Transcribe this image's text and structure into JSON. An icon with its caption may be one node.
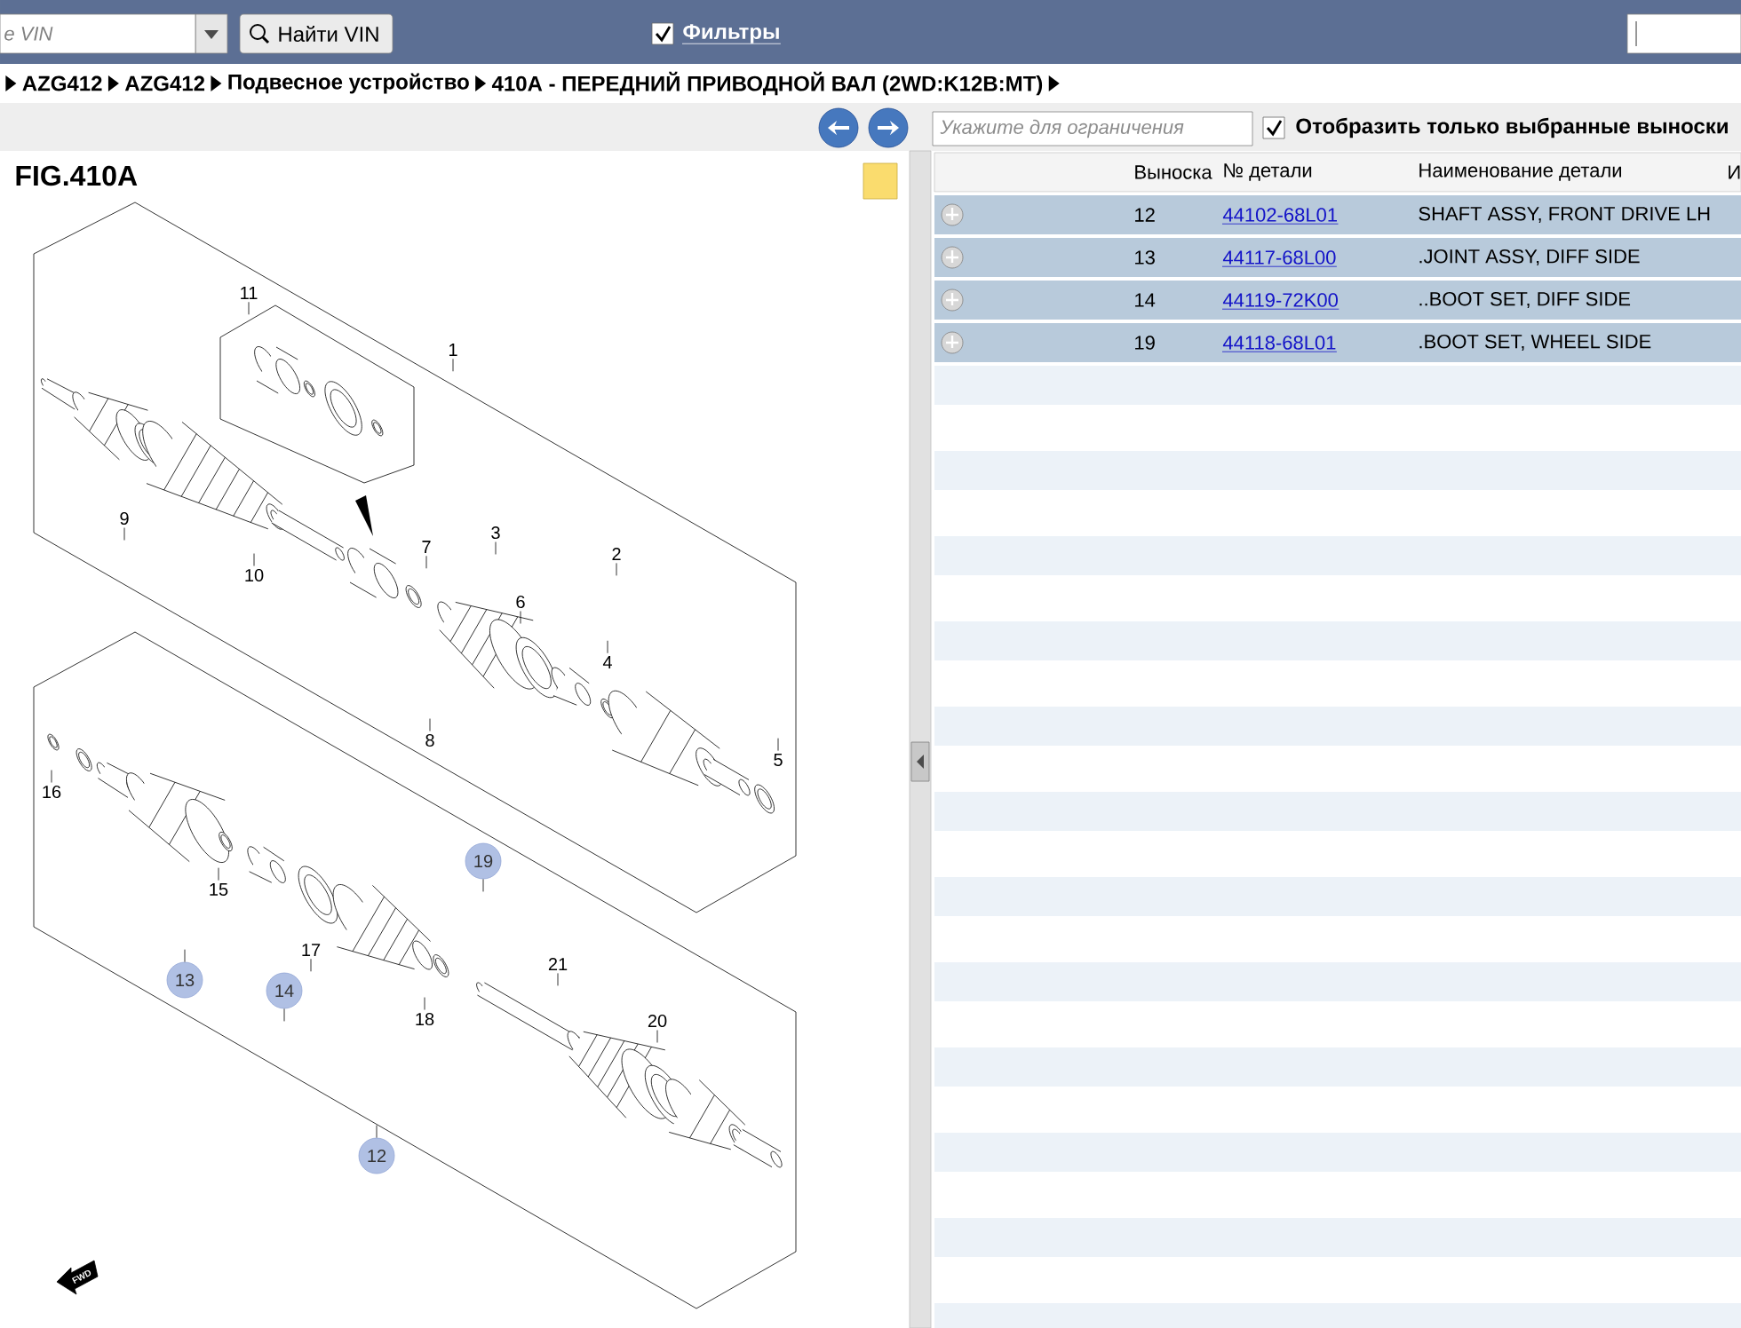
{
  "diagram": {
    "nodes": [
      {
        "text": [
          "11"
        ]
      },
      {
        "text": [
          "1"
        ]
      },
      {
        "text": [
          "9"
        ]
      },
      {
        "text": [
          "10"
        ]
      },
      {
        "text": [
          "7"
        ]
      },
      {
        "text": [
          "3"
        ]
      },
      {
        "text": [
          "2"
        ]
      },
      {
        "text": [
          "6"
        ]
      },
      {
        "text": [
          "4"
        ]
      },
      {
        "text": [
          "8"
        ]
      },
      {
        "text": [
          "5"
        ]
      },
      {
        "text": [
          "16"
        ]
      },
      {
        "text": [
          "19"
        ]
      },
      {
        "text": [
          "13"
        ]
      },
      {
        "text": [
          "15"
        ]
      },
      {
        "text": [
          "14"
        ]
      },
      {
        "text": [
          "17"
        ]
      },
      {
        "text": [
          "21"
        ]
      },
      {
        "text": [
          "18"
        ]
      },
      {
        "text": [
          "20"
        ]
      },
      {
        "text": [
          "12"
        ]
      }
    ],
    "edges": [
      {
        "from": 0,
        "to": null,
        "arrow": "none"
      },
      {
        "from": 1,
        "to": null,
        "arrow": "none"
      },
      {
        "from": 2,
        "to": null,
        "arrow": "none"
      },
      {
        "from": 3,
        "to": null,
        "arrow": "none"
      },
      {
        "from": 4,
        "to": null,
        "arrow": "none"
      },
      {
        "from": 5,
        "to": null,
        "arrow": "none"
      },
      {
        "from": 6,
        "to": null,
        "arrow": "none"
      },
      {
        "from": 7,
        "to": null,
        "arrow": "none"
      },
      {
        "from": 8,
        "to": null,
        "arrow": "none"
      },
      {
        "from": 9,
        "to": null,
        "arrow": "none"
      },
      {
        "from": 10,
        "to": null,
        "arrow": "none"
      },
      {
        "from": 11,
        "to": null,
        "arrow": "none"
      },
      {
        "from": 12,
        "to": null,
        "arrow": "none"
      },
      {
        "from": 13,
        "to": null,
        "arrow": "none"
      },
      {
        "from": 14,
        "to": null,
        "arrow": "none"
      },
      {
        "from": 15,
        "to": null,
        "arrow": "none"
      },
      {
        "from": 16,
        "to": null,
        "arrow": "none"
      },
      {
        "from": 17,
        "to": null,
        "arrow": "none"
      },
      {
        "from": 18,
        "to": null,
        "arrow": "none"
      },
      {
        "from": 19,
        "to": null,
        "arrow": "none"
      },
      {
        "from": 20,
        "to": null,
        "arrow": "none"
      }
    ],
    "labels": [
      "e VIN",
      "Найти VIN",
      "Фильтры",
      "AZG412",
      "AZG412",
      "Подвесное устройство",
      "410A - ПЕРЕДНИЙ ПРИВОДНОЙ ВАЛ (2WD:K12B:MT)",
      "Укажите для ограничения",
      "Отобразить только выбранные выноски",
      "FIG.410A",
      "FWD",
      "Выноска",
      "№ детали",
      "Наименование детали",
      "И",
      "12",
      "44102-68L01",
      "SHAFT ASSY, FRONT DRIVE LH",
      "13",
      "44117-68L00",
      ".JOINT ASSY, DIFF SIDE",
      "14",
      "44119-72K00",
      "..BOOT SET, DIFF SIDE",
      "19",
      "44118-68L01",
      ".BOOT SET, WHEEL SIDE"
    ]
  }
}
